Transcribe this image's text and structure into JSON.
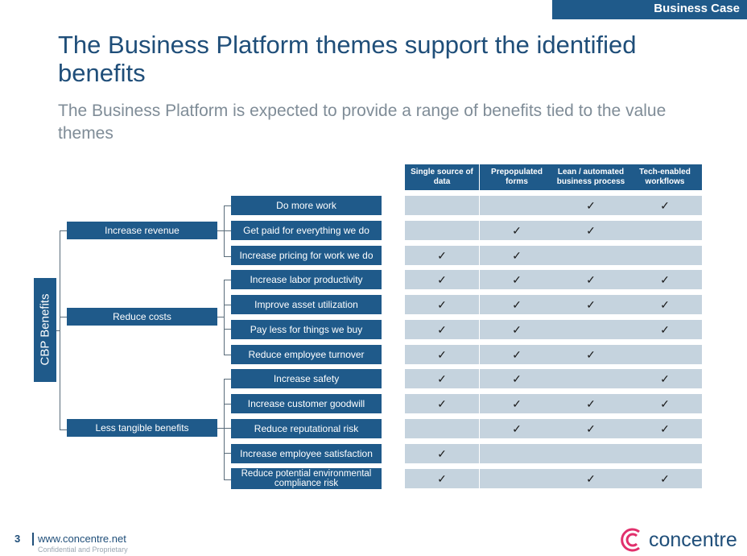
{
  "header": {
    "tag": "Business Case"
  },
  "title": "The Business Platform themes support the identified benefits",
  "subtitle": "The Business Platform is expected to provide a range of benefits tied to the value themes",
  "root_label": "CBP Benefits",
  "categories": [
    "Increase revenue",
    "Reduce costs",
    "Less tangible benefits"
  ],
  "benefits": [
    "Do more work",
    "Get paid for everything we do",
    "Increase pricing for work we do",
    "Increase labor productivity",
    "Improve asset utilization",
    "Pay less for things we buy",
    "Reduce employee turnover",
    "Increase safety",
    "Increase customer goodwill",
    "Reduce reputational risk",
    "Increase employee satisfaction",
    "Reduce potential environmental compliance risk"
  ],
  "themes": [
    "Single source of data",
    "Prepopulated forms",
    "Lean / automated business process",
    "Tech-enabled workflows"
  ],
  "check_symbol": "✓",
  "matrix": [
    [
      false,
      false,
      true,
      true
    ],
    [
      false,
      true,
      true,
      false
    ],
    [
      true,
      true,
      false,
      false
    ],
    [
      true,
      true,
      true,
      true
    ],
    [
      true,
      true,
      true,
      true
    ],
    [
      true,
      true,
      false,
      true
    ],
    [
      true,
      true,
      true,
      false
    ],
    [
      true,
      true,
      false,
      true
    ],
    [
      true,
      true,
      true,
      true
    ],
    [
      false,
      true,
      true,
      true
    ],
    [
      true,
      false,
      false,
      false
    ],
    [
      true,
      false,
      true,
      true
    ]
  ],
  "footer": {
    "page": "3",
    "url": "www.concentre.net",
    "confidential": "Confidential and Proprietary",
    "logo_text": "concentre"
  }
}
